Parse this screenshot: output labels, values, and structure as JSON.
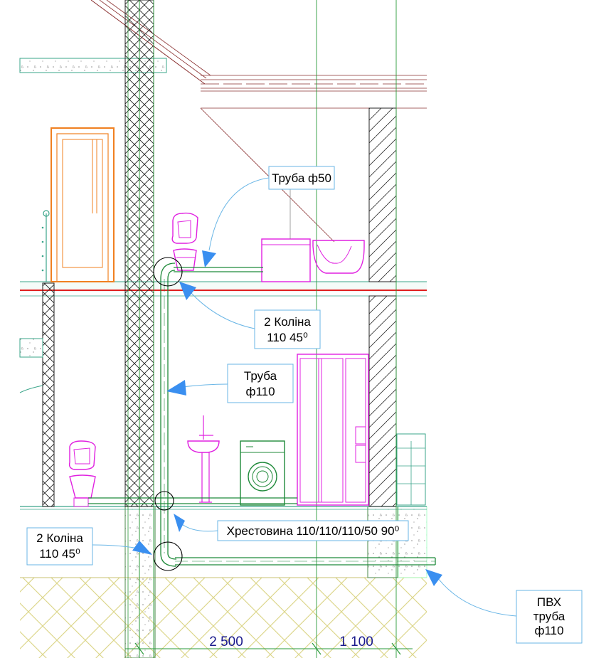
{
  "callouts": {
    "pipe50": "Труба ф50",
    "elbows_upper_1": "2 Коліна",
    "elbows_upper_2": "110 45⁰",
    "pipe110_1": "Труба",
    "pipe110_2": "ф110",
    "cross": "Хрестовина 110/110/110/50 90⁰",
    "elbows_lower_1": "2 Коліна",
    "elbows_lower_2": "110 45⁰",
    "pvc_1": "ПВХ",
    "pvc_2": "труба",
    "pvc_3": "ф110"
  },
  "dimensions": {
    "left": "2 500",
    "right": "1 100"
  },
  "colors": {
    "pipe": "#1f8a3a",
    "fixture": "#e020e0",
    "door": "#f08020",
    "slab_line": "#e02020",
    "leader": "#6ab6e6",
    "arrow": "#3a8ff0",
    "wall": "#222222",
    "slab_fill": "#3aa58a",
    "ground_hatch": "#e0dc90"
  }
}
